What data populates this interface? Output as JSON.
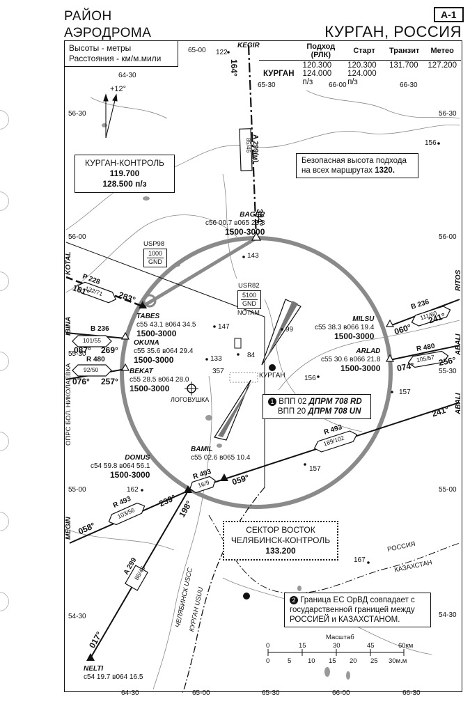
{
  "header": {
    "title_line1": "РАЙОН",
    "title_line2": "АЭРОДРОМА",
    "chart_id": "А-1",
    "city": "КУРГАН, РОССИЯ"
  },
  "units": {
    "line1": "Высоты - метры",
    "line2": "Расстояния - км/м.мили"
  },
  "freq_table": {
    "headers": [
      "Подход (РЛК)",
      "Старт",
      "Транзит",
      "Метео"
    ],
    "station": "КУРГАН",
    "approach": [
      "120.300",
      "124.000 п/з"
    ],
    "start": [
      "120.300",
      "124.000 п/з"
    ],
    "transit": "131.700",
    "meteo": "127.200"
  },
  "control_box": {
    "title": "КУРГАН-КОНТРОЛЬ",
    "freq1": "119.700",
    "freq2": "128.500 п/з"
  },
  "safe_alt": {
    "text": "Безопасная высота подхода на всех маршрутах",
    "value": "1320."
  },
  "magvar": "+12°",
  "sector_box": {
    "line1": "СЕКТОР ВОСТОК",
    "line2": "ЧЕЛЯБИНСК-КОНТРОЛЬ",
    "freq": "133.200"
  },
  "runway_note": {
    "num": "1",
    "rwy1": "ВПП 02",
    "app1": "ДПРМ  708 RD",
    "rwy2": "ВПП 20",
    "app2": "ДПРМ  708 UN"
  },
  "border_note": {
    "num": "2",
    "text": "Граница ЕС ОрВД совпадает с государственной границей между РОССИЕЙ и КАЗАХСТАНОМ."
  },
  "airport": "КУРГАН",
  "logovushka": "ЛОГОВУШКА",
  "country_ru": "РОССИЯ",
  "country_kz": "КАЗАХСТАН",
  "fir": {
    "chelyabinsk": "ЧЕЛЯБИНСК USCC",
    "kurgan": "КУРГАН USUU",
    "opr": "ОПРС БОЛ. НИКОЛАЕВКА"
  },
  "zones": {
    "usp98": {
      "name": "USP98",
      "upper": "1000",
      "lower": "GND"
    },
    "usr82": {
      "name": "USR82",
      "upper": "5100",
      "lower": "GND",
      "note": "NOTAM"
    }
  },
  "waypoints": [
    {
      "name": "KEGIR",
      "coords": "",
      "alts": ""
    },
    {
      "name": "BAGER",
      "coords": "с56 00.7 в065 23.8",
      "alts": "1500-3000"
    },
    {
      "name": "TABES",
      "coords": "с55 43.1 в064 34.5",
      "alts": "1500-3000"
    },
    {
      "name": "OKUNA",
      "coords": "с55 35.6 в064 29.4",
      "alts": "1500-3000"
    },
    {
      "name": "BEKAT",
      "coords": "с55 28.5 в064 28.0",
      "alts": "1500-3000"
    },
    {
      "name": "MILSU",
      "coords": "с55 38.3 в066 19.4",
      "alts": "1500-3000"
    },
    {
      "name": "ARLAD",
      "coords": "с55 30.6 в066 21.8",
      "alts": "1500-3000"
    },
    {
      "name": "DONUS",
      "coords": "с54 59.8 в064 56.1",
      "alts": "1500-3000"
    },
    {
      "name": "BAMIL",
      "coords": "с55 02.6 в065 10.4",
      "alts": ""
    },
    {
      "name": "NELTI",
      "coords": "с54 19.7 в064 16.5",
      "alts": ""
    }
  ],
  "routes": [
    {
      "name": "A 299(м)",
      "dist": "85/46",
      "course_in": "164°",
      "course_out": "344°"
    },
    {
      "name": "P 228",
      "dist": "132/71",
      "course_in": "101°",
      "course_out": "283°"
    },
    {
      "name": "B 236",
      "dist": "101/55",
      "course_in": "087°",
      "course_out": "269°"
    },
    {
      "name": "R 480",
      "dist": "92/50",
      "course_in": "076°",
      "course_out": "257°"
    },
    {
      "name": "B 236",
      "dist": "111/60",
      "course_in": "060°",
      "course_out": "241°"
    },
    {
      "name": "R 480",
      "dist": "105/57",
      "course_in": "074°",
      "course_out": "256°"
    },
    {
      "name": "R 493",
      "dist": "189/102",
      "course_in": "059°",
      "course_out": "241°"
    },
    {
      "name": "R 493",
      "dist": "16/9",
      "course_in": "",
      "course_out": ""
    },
    {
      "name": "R 493",
      "dist": "103/56",
      "course_in": "058°",
      "course_out": "239°"
    },
    {
      "name": "A 299",
      "dist": "86/46",
      "course_in": "017°",
      "course_out": "198°"
    }
  ],
  "route_ends": {
    "kotal": "KOTAL",
    "ibina": "IBINA",
    "ritos": "RITOS",
    "abali1": "ABALI",
    "abali2": "ABALI",
    "megin": "MEGIN"
  },
  "grid": {
    "lon_top": [
      "65-00",
      "65-30",
      "66-00",
      "66-30",
      "64-30"
    ],
    "lon_bottom": [
      "64-30",
      "65-00",
      "65-30",
      "66-00",
      "66-30"
    ],
    "lat_left": [
      "56-30",
      "56-00",
      "55-30",
      "55-00",
      "54-30"
    ],
    "lat_right": [
      "56-30",
      "56-00",
      "55-30",
      "55-00",
      "54-30"
    ]
  },
  "spot_heights": [
    "122",
    "156",
    "143",
    "147",
    "99",
    "133",
    "84",
    "357",
    "156",
    "157",
    "162",
    "157",
    "167"
  ],
  "scale": {
    "title": "Масштаб",
    "km": [
      "0",
      "15",
      "30",
      "45",
      "60км"
    ],
    "nm": [
      "0",
      "5",
      "10",
      "15",
      "20",
      "25",
      "30м.м"
    ]
  }
}
